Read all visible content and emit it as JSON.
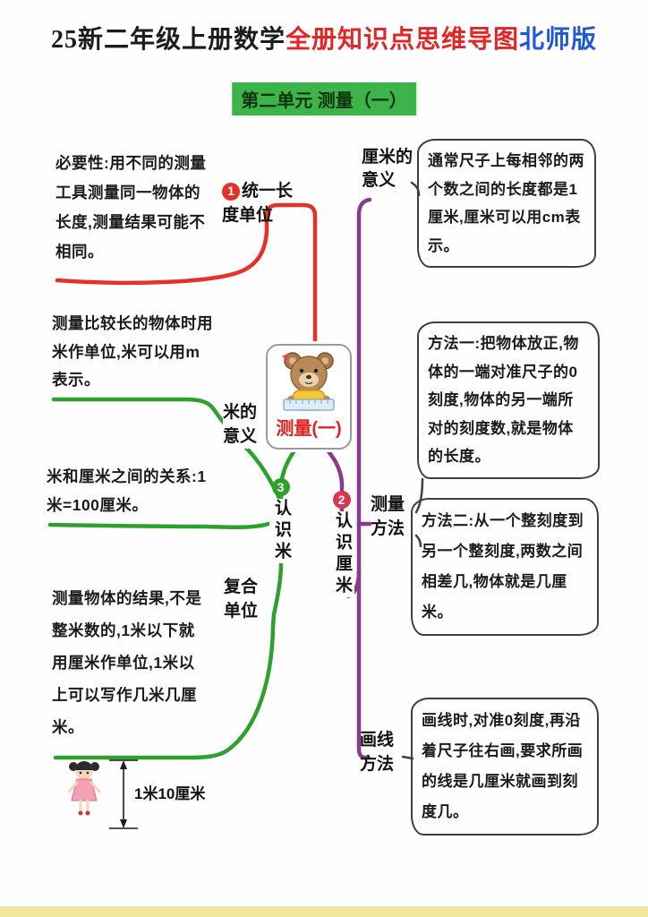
{
  "header": {
    "title_black": "25新二年级上册数学",
    "title_red": "全册知识点思维导图",
    "title_blue": "北师版",
    "unit_badge": "第二单元 测量（一）"
  },
  "center": {
    "label": "测量(一)"
  },
  "branches": {
    "b1": {
      "num": "1",
      "label": "统一长度单位",
      "note": "必要性:用不同的测量工具测量同一物体的长度,测量结果可能不相同。"
    },
    "b2": {
      "num": "2",
      "label": "认识厘米",
      "meaning_label": "厘米的意义",
      "meaning_text": "通常尺子上每相邻的两个数之间的长度都是1厘米,厘米可以用cm表示。",
      "method_label": "测量方法",
      "method1_text": "方法一:把物体放正,物体的一端对准尺子的0刻度,物体的另一端所对的刻度数,就是物体的长度。",
      "method2_text": "方法二:从一个整刻度到另一个整刻度,两数之间相差几,物体就是几厘米。",
      "draw_label": "画线方法",
      "draw_text": "画线时,对准0刻度,再沿着尺子往右画,要求所画的线是几厘米就画到刻度几。"
    },
    "b3": {
      "num": "3",
      "label": "认识米",
      "meaning_label": "米的意义",
      "meaning_text": "测量比较长的物体时用米作单位,米可以用m表示。",
      "relation_text": "米和厘米之间的关系:1米=100厘米。",
      "compound_label": "复合单位",
      "compound_text": "测量物体的结果,不是整米数的,1米以下就用厘米作单位,1米以上可以写作几米几厘米。",
      "figure_label": "1米10厘米"
    }
  },
  "colors": {
    "branch_unify_red": "#e53228",
    "branch_cm_purple": "#8c3a8c",
    "branch_m_green": "#2ea02e",
    "badge_green": "#3cb44a",
    "title_red": "#e02626",
    "title_blue": "#2057d9",
    "center_label_red": "#e02222"
  }
}
